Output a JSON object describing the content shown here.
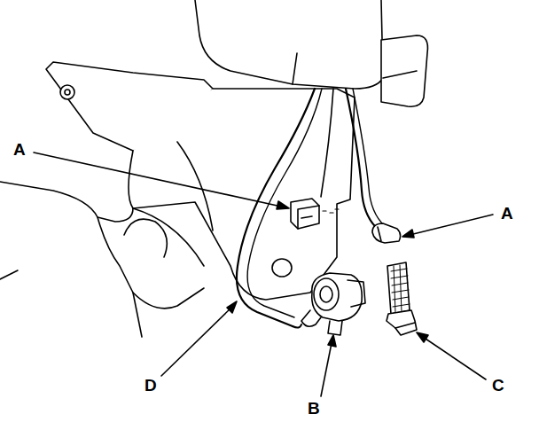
{
  "diagram": {
    "labels": [
      "A",
      "A",
      "D",
      "B",
      "C"
    ]
  }
}
